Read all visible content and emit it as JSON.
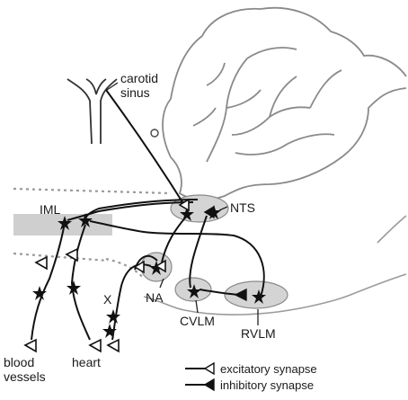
{
  "labels": {
    "carotid_sinus_line1": "carotid",
    "carotid_sinus_line2": "sinus",
    "nts": "NTS",
    "iml": "IML",
    "na": "NA",
    "cvlm": "CVLM",
    "rvlm": "RVLM",
    "x": "X",
    "blood_vessels_line1": "blood",
    "blood_vessels_line2": "vessels",
    "heart": "heart"
  },
  "legend": {
    "excitatory": "excitatory synapse",
    "inhibitory": "inhibitory synapse"
  },
  "colors": {
    "line": "#111111",
    "nucleus_fill": "#d4d4d4",
    "outline": "#8a8a8a",
    "cord_fill": "#cfcfcf"
  }
}
